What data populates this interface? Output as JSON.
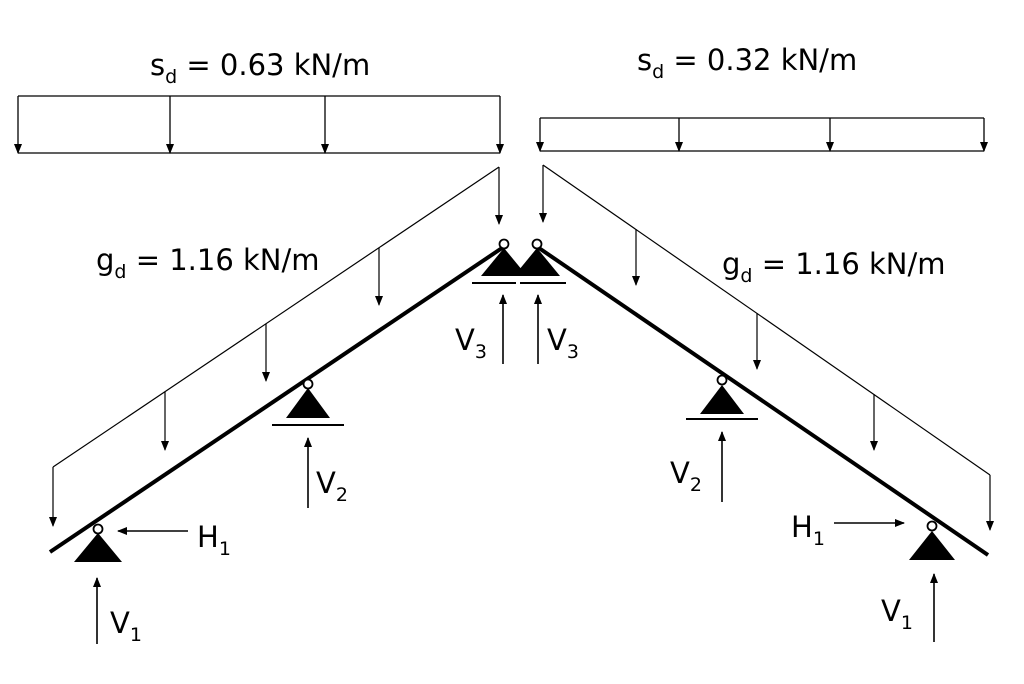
{
  "loads": {
    "snow_left": {
      "symbol": "s",
      "sub": "d",
      "value": " = 0.63 kN/m"
    },
    "snow_right": {
      "symbol": "s",
      "sub": "d",
      "value": " = 0.32 kN/m"
    },
    "dead_left": {
      "symbol": "g",
      "sub": "d",
      "value": " = 1.16 kN/m"
    },
    "dead_right": {
      "symbol": "g",
      "sub": "d",
      "value": " = 1.16 kN/m"
    }
  },
  "reactions": {
    "v1_left": {
      "symbol": "V",
      "sub": "1"
    },
    "v1_right": {
      "symbol": "V",
      "sub": "1"
    },
    "h1_left": {
      "symbol": "H",
      "sub": "1"
    },
    "h1_right": {
      "symbol": "H",
      "sub": "1"
    },
    "v2_left": {
      "symbol": "V",
      "sub": "2"
    },
    "v2_right": {
      "symbol": "V",
      "sub": "2"
    },
    "v3_left": {
      "symbol": "V",
      "sub": "3"
    },
    "v3_right": {
      "symbol": "V",
      "sub": "3"
    }
  },
  "colors": {
    "ink": "#000000",
    "background": "#ffffff"
  }
}
